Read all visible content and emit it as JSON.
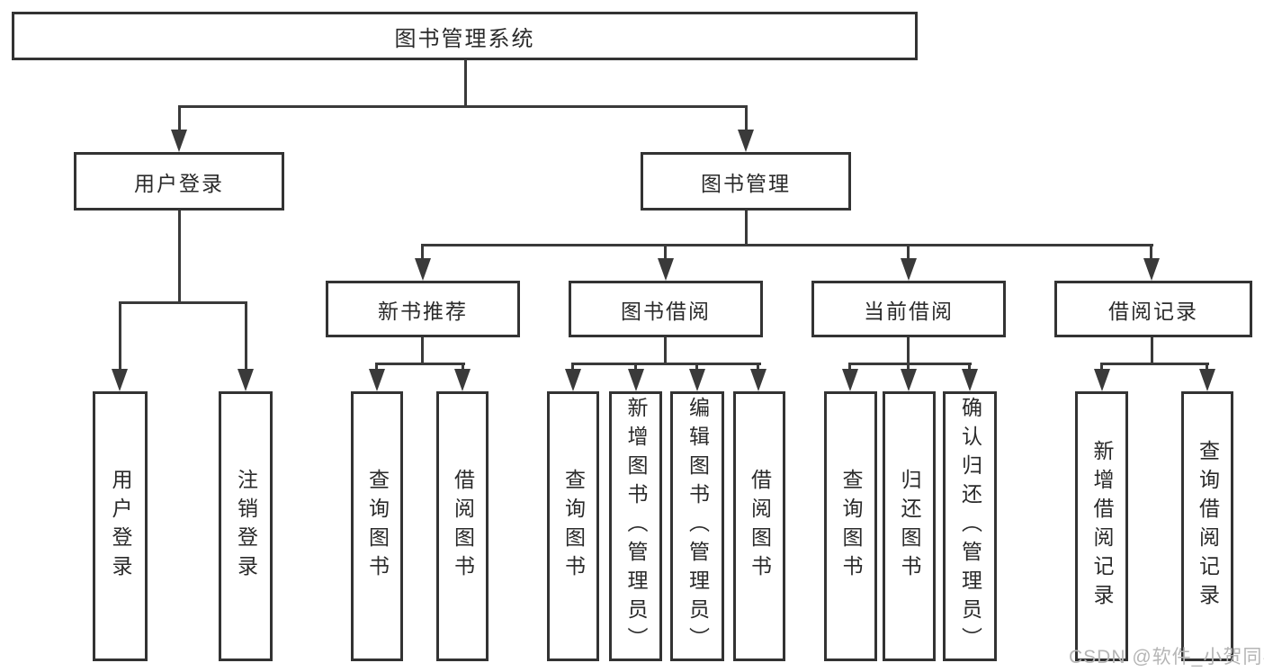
{
  "tree": {
    "label": "图书管理系统",
    "children": [
      {
        "label": "用户登录",
        "children": [
          {
            "label": "用户登录"
          },
          {
            "label": "注销登录"
          }
        ]
      },
      {
        "label": "图书管理",
        "children": [
          {
            "label": "新书推荐",
            "children": [
              {
                "label": "查询图书"
              },
              {
                "label": "借阅图书"
              }
            ]
          },
          {
            "label": "图书借阅",
            "children": [
              {
                "label": "查询图书"
              },
              {
                "label": "新增图书（管理员）"
              },
              {
                "label": "编辑图书（管理员）"
              },
              {
                "label": "借阅图书"
              }
            ]
          },
          {
            "label": "当前借阅",
            "children": [
              {
                "label": "查询图书"
              },
              {
                "label": "归还图书"
              },
              {
                "label": "确认归还（管理员）"
              }
            ]
          },
          {
            "label": "借阅记录",
            "children": [
              {
                "label": "新增借阅记录"
              },
              {
                "label": "查询借阅记录"
              }
            ]
          }
        ]
      }
    ]
  },
  "watermark": {
    "text": "CSDN @软件_小贺同学"
  },
  "colors": {
    "line": "#3a3a3a",
    "border": "#333333",
    "text": "#2a2a2a",
    "watermark": "#b5b5b5",
    "background": "#ffffff"
  }
}
